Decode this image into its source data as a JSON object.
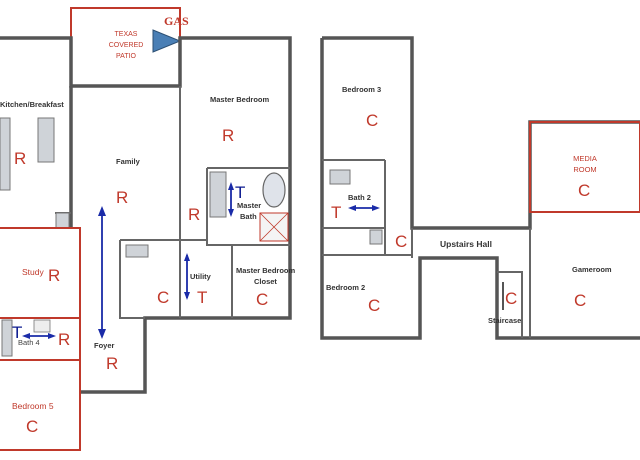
{
  "gas_label": "GAS",
  "rooms": {
    "patio": "TEXAS COVERED PATIO",
    "patio_line1": "TEXAS",
    "patio_line2": "COVERED",
    "patio_line3": "PATIO",
    "kitchen": "Kitchen/Breakfast",
    "family": "Family",
    "master_bedroom": "Master Bedroom",
    "master_bath_1": "Master",
    "master_bath_2": "Bath",
    "utility": "Utility",
    "master_closet_1": "Master Bedroom",
    "master_closet_2": "Closet",
    "study": "Study",
    "bath4": "Bath 4",
    "foyer": "Foyer",
    "bedroom5": "Bedroom 5",
    "bedroom3": "Bedroom 3",
    "bath2": "Bath 2",
    "bedroom2": "Bedroom 2",
    "upstairs_hall": "Upstairs Hall",
    "staircase": "Staircase",
    "gameroom": "Gameroom",
    "media_1": "MEDIA",
    "media_2": "ROOM"
  },
  "codes": {
    "kitchen": "R",
    "family": "R",
    "master_bedroom": "R",
    "family_closet": "R",
    "master_bath": "T",
    "utility_c": "C",
    "utility_t": "T",
    "master_closet": "C",
    "study": "R",
    "bath4_t": "T",
    "bath4_r": "R",
    "foyer": "R",
    "bedroom5": "C",
    "bedroom3": "C",
    "bath2": "T",
    "hall": "C",
    "bedroom2": "C",
    "staircase": "C",
    "gameroom": "C",
    "media": "C"
  },
  "colors": {
    "wall": "#555555",
    "code_red": "#c0392b",
    "code_blue": "#0b1a8f",
    "arrow_blue": "#1a2ba8",
    "gas_marker": "#4a7fb5"
  }
}
